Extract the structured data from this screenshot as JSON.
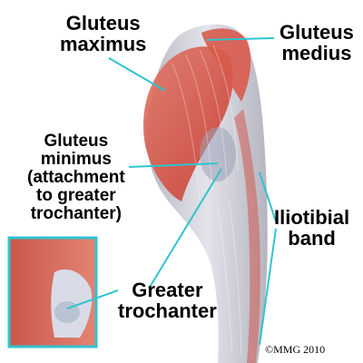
{
  "labels": {
    "gluteus_maximus": [
      "Gluteus",
      "maximus"
    ],
    "gluteus_medius": [
      "Gluteus",
      "medius"
    ],
    "gluteus_minimus": [
      "Gluteus",
      "minimus",
      "(attachment",
      "to greater",
      "trochanter)"
    ],
    "iliotibial_band": [
      "Iliotibial",
      "band"
    ],
    "greater_trochanter": [
      "Greater",
      "trochanter"
    ]
  },
  "copyright": "©MMG 2010",
  "colors": {
    "leader_line": "#2fc4cf",
    "muscle_red": "#d9574a",
    "muscle_light": "#e88a7a",
    "tendon_gray": "#cfcfd8",
    "inset_border": "#2fc4cf"
  }
}
